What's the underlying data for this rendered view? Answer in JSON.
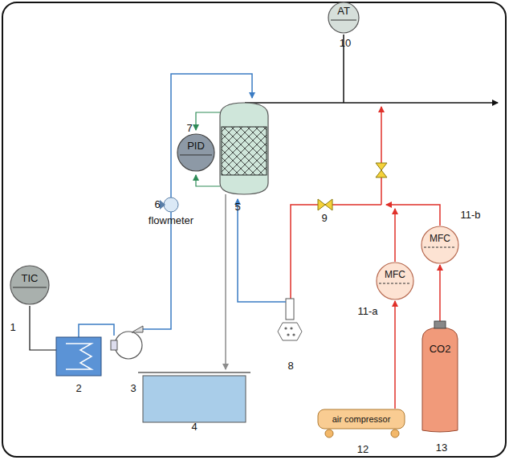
{
  "diagram": {
    "nodes": [
      {
        "text": [
          "AT"
        ]
      },
      {
        "text": [
          "PID"
        ]
      },
      {
        "text": [
          "TIC"
        ]
      },
      {
        "text": [
          "MFC"
        ]
      },
      {
        "text": [
          "MFC"
        ]
      },
      {
        "text": [
          "air compressor"
        ]
      },
      {
        "text": [
          "CO2"
        ]
      }
    ],
    "edges": [
      {
        "from": 5,
        "to": 4,
        "arrow": "to"
      },
      {
        "from": 6,
        "to": 3,
        "arrow": "to"
      }
    ],
    "labels": [
      "10",
      "7",
      "6",
      "flowmeter",
      "5",
      "1",
      "2",
      "3",
      "4",
      "8",
      "9",
      "11-b",
      "11-a",
      "12",
      "13"
    ]
  }
}
